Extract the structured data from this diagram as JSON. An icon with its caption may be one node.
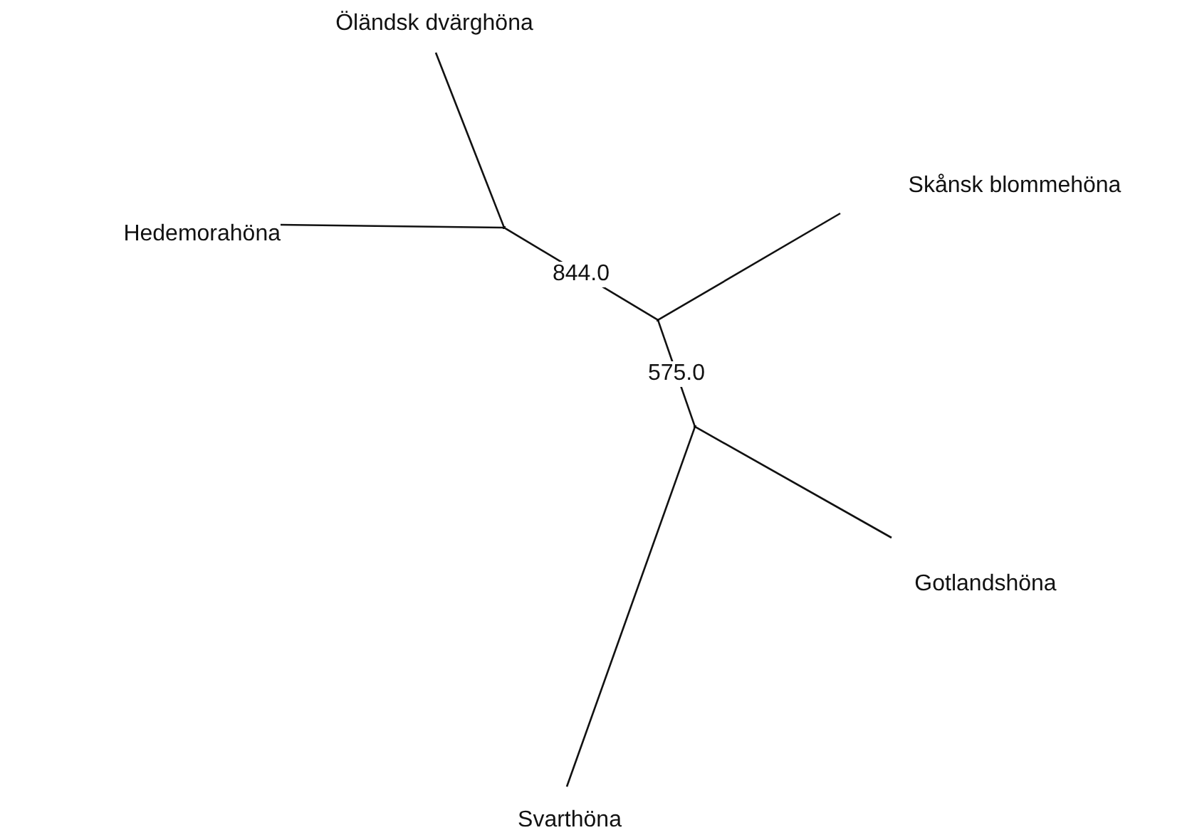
{
  "diagram": {
    "nodes": [
      {
        "text": [
          "Öländsk dvärghöna"
        ]
      },
      {
        "text": [
          "Skånsk blommehöna"
        ]
      },
      {
        "text": [
          "Hedemorahöna"
        ]
      },
      {
        "text": [],
        "shape": "point"
      },
      {
        "text": [],
        "shape": "point"
      },
      {
        "text": [],
        "shape": "point"
      },
      {
        "text": [
          "Gotlandshöna"
        ]
      },
      {
        "text": [
          "Svarthöna"
        ]
      }
    ],
    "edges": [
      {
        "from": 3,
        "to": 0,
        "arrow": "none"
      },
      {
        "from": 3,
        "to": 2,
        "arrow": "none"
      },
      {
        "from": 3,
        "to": 4,
        "arrow": "none",
        "label": "844.0"
      },
      {
        "from": 4,
        "to": 1,
        "arrow": "none"
      },
      {
        "from": 4,
        "to": 5,
        "arrow": "none",
        "label": "575.0"
      },
      {
        "from": 5,
        "to": 6,
        "arrow": "none"
      },
      {
        "from": 5,
        "to": 7,
        "arrow": "none"
      }
    ]
  }
}
